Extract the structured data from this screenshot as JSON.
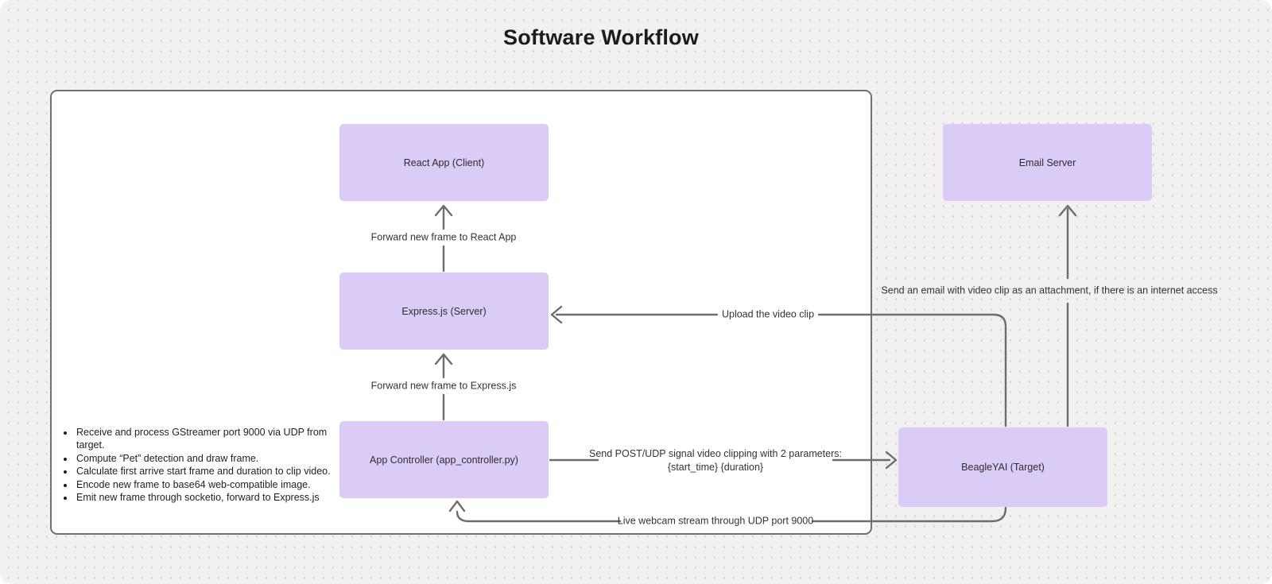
{
  "title": "Software Workflow",
  "nodes": {
    "react": {
      "label": "React App (Client)"
    },
    "express": {
      "label": "Express.js (Server)"
    },
    "app_controller": {
      "label": "App Controller (app_controller.py)"
    },
    "email_server": {
      "label": "Email Server"
    },
    "beagleyai": {
      "label": "BeagleYAI (Target)"
    }
  },
  "edges": {
    "forward_react": "Forward new frame to React App",
    "forward_express": "Forward new frame to Express.js",
    "send_post_line1": "Send POST/UDP signal video clipping with 2 parameters:",
    "send_post_line2": "{start_time} {duration}",
    "upload": "Upload the video clip",
    "send_email": "Send an email with video clip as an attachment, if there is an internet access",
    "live_webcam": "Live webcam stream through UDP port 9000"
  },
  "notes": [
    "Receive and process GStreamer port 9000 via UDP from target.",
    "Compute “Pet” detection and draw frame.",
    "Calculate first arrive start frame and duration to clip video.",
    "Encode new frame to base64 web-compatible image.",
    "Emit new frame through socketio, forward to Express.js"
  ],
  "colors": {
    "node_fill": "#dacbf7",
    "wire": "#6d6d6d",
    "container_border": "#707070",
    "canvas_bg": "#f2f1f0",
    "canvas_dot": "#d6d4d1"
  }
}
